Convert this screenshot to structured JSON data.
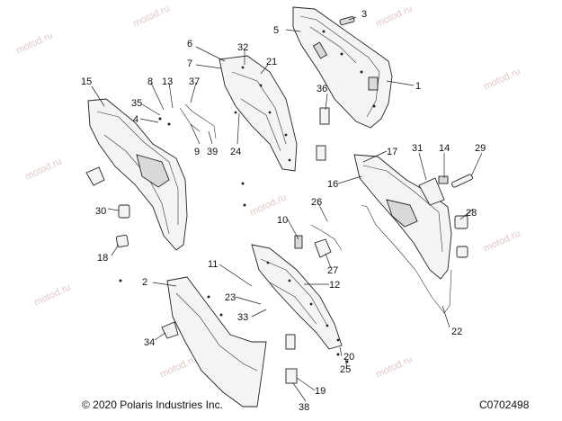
{
  "watermark": "motod.ru",
  "copyright": "© 2020 Polaris Industries Inc.",
  "drawing_id": "C0702498",
  "callouts": {
    "c1": "1",
    "c2": "2",
    "c3": "3",
    "c4": "4",
    "c5": "5",
    "c6": "6",
    "c7": "7",
    "c8": "8",
    "c9": "9",
    "c10": "10",
    "c11": "11",
    "c12": "12",
    "c13": "13",
    "c14": "14",
    "c15": "15",
    "c16": "16",
    "c17": "17",
    "c18": "18",
    "c19": "19",
    "c20": "20",
    "c21": "21",
    "c22": "22",
    "c23": "23",
    "c24": "24",
    "c25": "25",
    "c26": "26",
    "c27": "27",
    "c28": "28",
    "c29": "29",
    "c30": "30",
    "c31": "31",
    "c32": "32",
    "c33": "33",
    "c34": "34",
    "c35": "35",
    "c36": "36",
    "c37": "37",
    "c38": "38",
    "c39": "39"
  }
}
